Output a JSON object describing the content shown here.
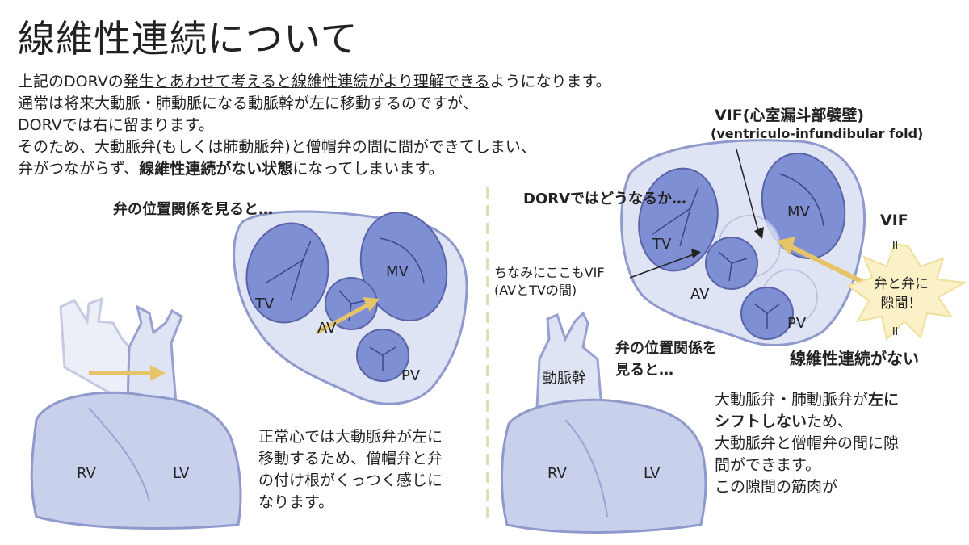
{
  "title": "線維性連続について",
  "intro": {
    "l1_a": "上記のDORVの",
    "l1_u": "発生とあわせて考えると線維性連続がより理解できる",
    "l1_b": "ようになります。",
    "l2": "通常は将来大動脈・肺動脈になる動脈幹が左に移動するのですが、",
    "l3": "DORVでは右に留まります。",
    "l4": "そのため、大動脈弁(もしくは肺動脈弁)と僧帽弁の間に間ができてしまい、",
    "l5_a": "弁がつながらず、",
    "l5_b": "線維性連続がない状態",
    "l5_c": "になってしまいます。"
  },
  "left": {
    "heading": "弁の位置関係を見ると…",
    "valves": {
      "tv": "TV",
      "mv": "MV",
      "av": "AV",
      "pv": "PV"
    },
    "heart": {
      "rv": "RV",
      "lv": "LV"
    },
    "note": [
      "正常心では大動脈弁が左に",
      "移動するため、僧帽弁と弁",
      "の付け根がくっつく感じに",
      "なります。"
    ]
  },
  "right": {
    "heading": "DORVではどうなるか…",
    "vif_title": "VIF(心室漏斗部襞壁)",
    "vif_sub": "(ventriculo-infundibular fold)",
    "vif_aside_1": "ちなみにここもVIF",
    "vif_aside_2": "(AVとTVの間)",
    "valves": {
      "tv": "TV",
      "mv": "MV",
      "av": "AV",
      "pv": "PV"
    },
    "heading2_1": "弁の位置関係を",
    "heading2_2": "見ると…",
    "trunk": "動脈幹",
    "heart": {
      "rv": "RV",
      "lv": "LV"
    },
    "eq_vif": "VIF",
    "eq_sym": "॥",
    "star_1": "弁と弁に",
    "star_2": "隙間！",
    "no_continuity": "線維性連続がない",
    "note_1_a": "大動脈弁・肺動脈弁が",
    "note_1_b": "左に",
    "note_2_a": "シフトしない",
    "note_2_b": "ため、",
    "note_3": "大動脈弁と僧帽弁の間に隙",
    "note_4": "間ができます。",
    "note_5": "この隙間の筋肉が"
  },
  "colors": {
    "valve_fill": "#7f8fd3",
    "valve_stroke": "#5a63a8",
    "annulus_fill": "#dfe4f5",
    "heart_fill": "#c9d0ec",
    "arrow": "#e6c46a",
    "divider": "#d6e3b8",
    "star": "#fbf1c7"
  }
}
